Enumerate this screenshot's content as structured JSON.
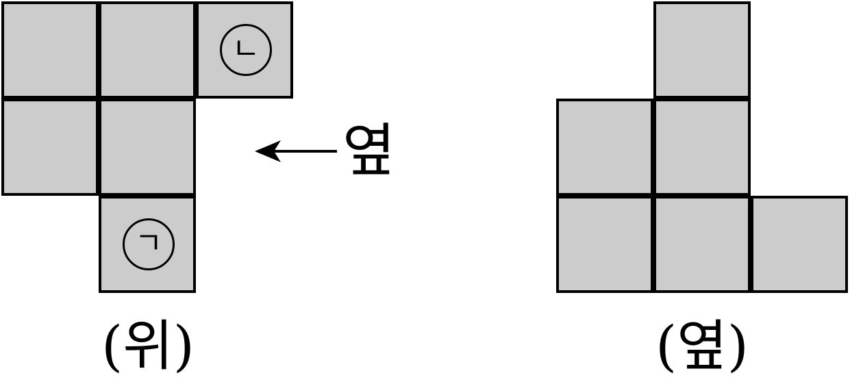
{
  "colors": {
    "cell_fill": "#cccccc",
    "line": "#000000",
    "background": "#ffffff"
  },
  "top_view": {
    "caption": "(위)",
    "rows": [
      [
        1,
        1,
        1
      ],
      [
        1,
        1,
        0
      ],
      [
        0,
        1,
        0
      ]
    ],
    "markers": [
      {
        "label": "ㄴ",
        "row": 0,
        "col": 2
      },
      {
        "label": "ㄱ",
        "row": 2,
        "col": 1
      }
    ]
  },
  "direction": {
    "label": "옆",
    "icon": "arrow-left-icon"
  },
  "side_view": {
    "caption": "(옆)",
    "rows": [
      [
        0,
        1,
        0
      ],
      [
        1,
        1,
        0
      ],
      [
        1,
        1,
        1
      ]
    ]
  }
}
